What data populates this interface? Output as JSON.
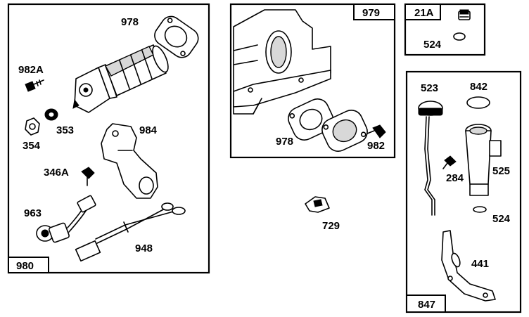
{
  "panels": {
    "left_tag": "980",
    "middle_tag": "979",
    "small_tag": "21A",
    "right_tag": "847"
  },
  "labels": {
    "p978_top": "978",
    "p982a": "982A",
    "p353": "353",
    "p354": "354",
    "p984": "984",
    "p346a": "346A",
    "p963": "963",
    "p948": "948",
    "p978_mid": "978",
    "p982": "982",
    "p729": "729",
    "p524_top": "524",
    "p523": "523",
    "p842": "842",
    "p284": "284",
    "p525": "525",
    "p524_bottom": "524",
    "p441": "441"
  }
}
